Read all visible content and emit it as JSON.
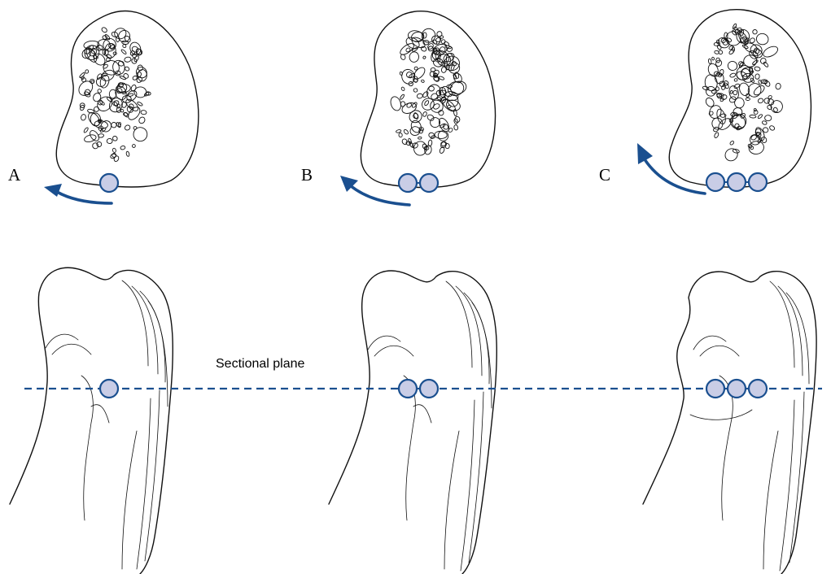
{
  "figure": {
    "panels": [
      {
        "id": "A",
        "label": "A",
        "screw_count": 1
      },
      {
        "id": "B",
        "label": "B",
        "screw_count": 2
      },
      {
        "id": "C",
        "label": "C",
        "screw_count": 3
      }
    ],
    "sectional_plane_label": "Sectional plane",
    "colors": {
      "accent": "#1a4f8f",
      "screw_fill": "#c9cde6",
      "outline": "#111111"
    },
    "icons": {
      "screw": "screw-cross-section-icon",
      "arrow": "curved-rotation-arrow-icon"
    }
  }
}
